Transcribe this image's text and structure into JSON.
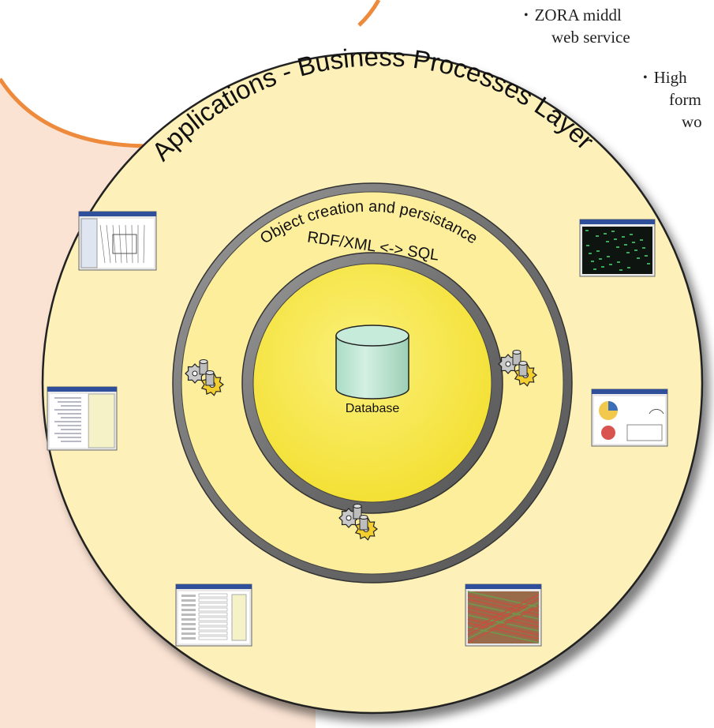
{
  "colors": {
    "peach_panel": "#fbe3d3",
    "orange_accent": "#ee8a3c",
    "outer_ring": "#fdf1b9",
    "inner_ring": "#fcee9b",
    "core": "#f8e84a",
    "gray_ring": "#7d7d7d",
    "cylinder": "#b9e4cf"
  },
  "bullets": {
    "b1_line1": "ZORA middl",
    "b1_line2": "web service",
    "b2_line1": "High",
    "b2_line2": "form",
    "b2_line3": "wo"
  },
  "diagram": {
    "outer_label": "Applications - Business Processes Layer",
    "middle_label_line1": "Object creation and persistance",
    "middle_label_line2": "RDF/XML <-> SQL",
    "core_label": "Database"
  },
  "icons": {
    "gears": "gears-icon",
    "database": "database-icon",
    "thumbnails": [
      {
        "name": "cad-drawing-screenshot",
        "kind": "cad"
      },
      {
        "name": "dark-map-screenshot",
        "kind": "dark"
      },
      {
        "name": "tree-browser-screenshot",
        "kind": "tree"
      },
      {
        "name": "charts-report-screenshot",
        "kind": "charts"
      },
      {
        "name": "form-editor-screenshot",
        "kind": "form"
      },
      {
        "name": "aerial-map-screenshot",
        "kind": "aerial"
      }
    ]
  }
}
